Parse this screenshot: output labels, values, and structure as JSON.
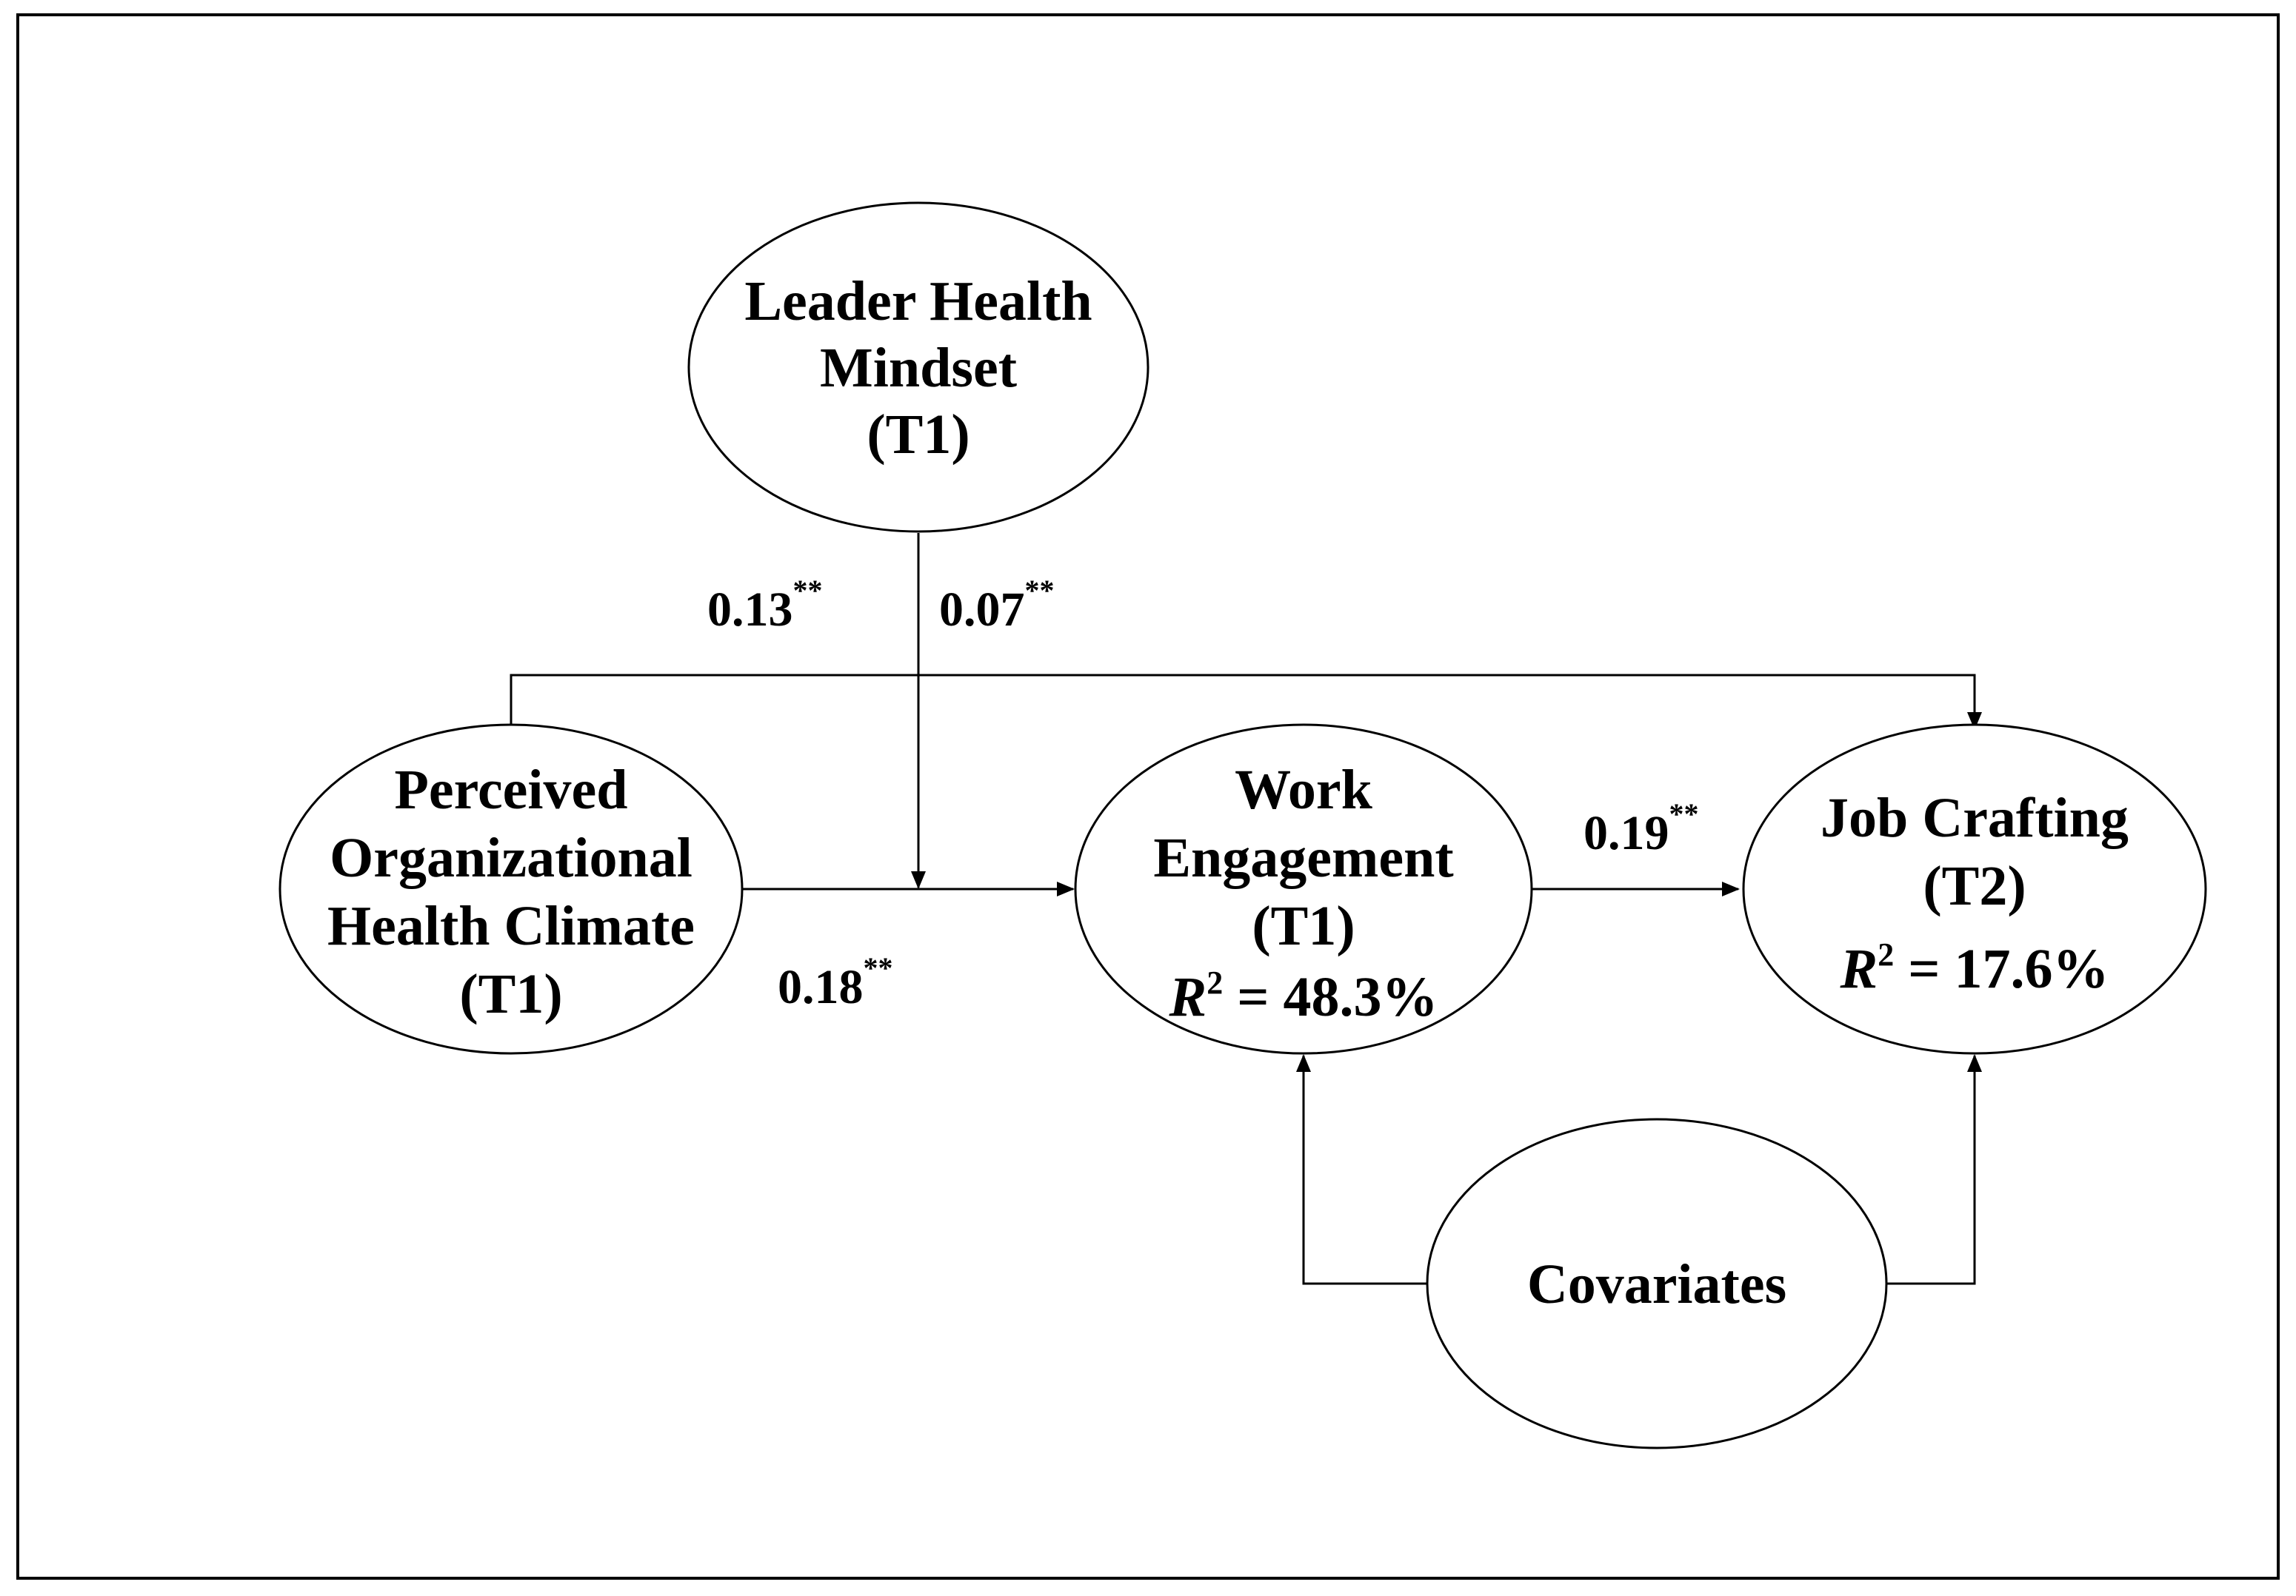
{
  "nodes": {
    "leader_health_mindset": {
      "lines": [
        "Leader Health",
        "Mindset",
        "(T1)"
      ]
    },
    "perceived_org_health_climate": {
      "lines": [
        "Perceived",
        "Organizational",
        "Health Climate",
        "(T1)"
      ]
    },
    "work_engagement": {
      "lines": [
        "Work",
        "Engagement",
        "(T1)"
      ],
      "r2": {
        "symbol": "R",
        "exponent": "2",
        "value": " = 48.3%"
      }
    },
    "job_crafting": {
      "lines": [
        "Job Crafting",
        "(T2)"
      ],
      "r2": {
        "symbol": "R",
        "exponent": "2",
        "value": " = 17.6%"
      }
    },
    "covariates": {
      "lines": [
        "Covariates"
      ]
    }
  },
  "paths": {
    "climate_to_job_crafting": {
      "value": "0.13",
      "significance": "**"
    },
    "mindset_moderation": {
      "value": "0.07",
      "significance": "**"
    },
    "climate_to_engagement": {
      "value": "0.18",
      "significance": "**"
    },
    "engagement_to_job_crafting": {
      "value": "0.19",
      "significance": "**"
    }
  }
}
